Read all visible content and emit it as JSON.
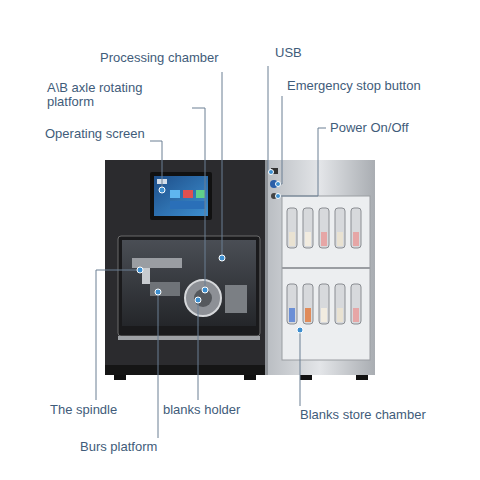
{
  "diagram": {
    "labels": [
      "Processing chamber",
      "A\\B axle rotating platform",
      "Operating screen",
      "USB",
      "Emergency stop button",
      "Power On/Off",
      "The spindle",
      "blanks holder",
      "Burs platform",
      "Blanks store chamber"
    ]
  }
}
